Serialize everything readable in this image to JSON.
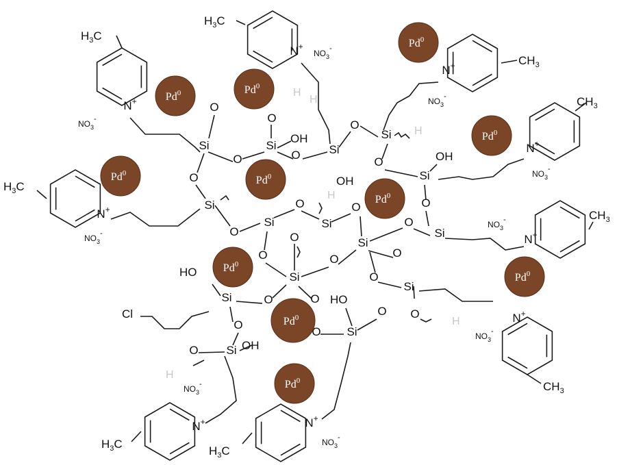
{
  "labels": {
    "pd": "Pd",
    "pd_sup": "0",
    "si": "Si",
    "o": "O",
    "oh": "OH",
    "ho": "HO",
    "cl": "Cl",
    "h3c": "H3C",
    "ch3": "CH3",
    "ch_cut": "CH",
    "n_plus": "N",
    "no3": "NO3",
    "no3_cut": "NO3",
    "minus": "-",
    "plus": "+",
    "h_faint": "H"
  },
  "colors": {
    "pd_fill": "#7b4527",
    "pd_edge": "#5a2f17",
    "bond": "#1a1a1a"
  }
}
